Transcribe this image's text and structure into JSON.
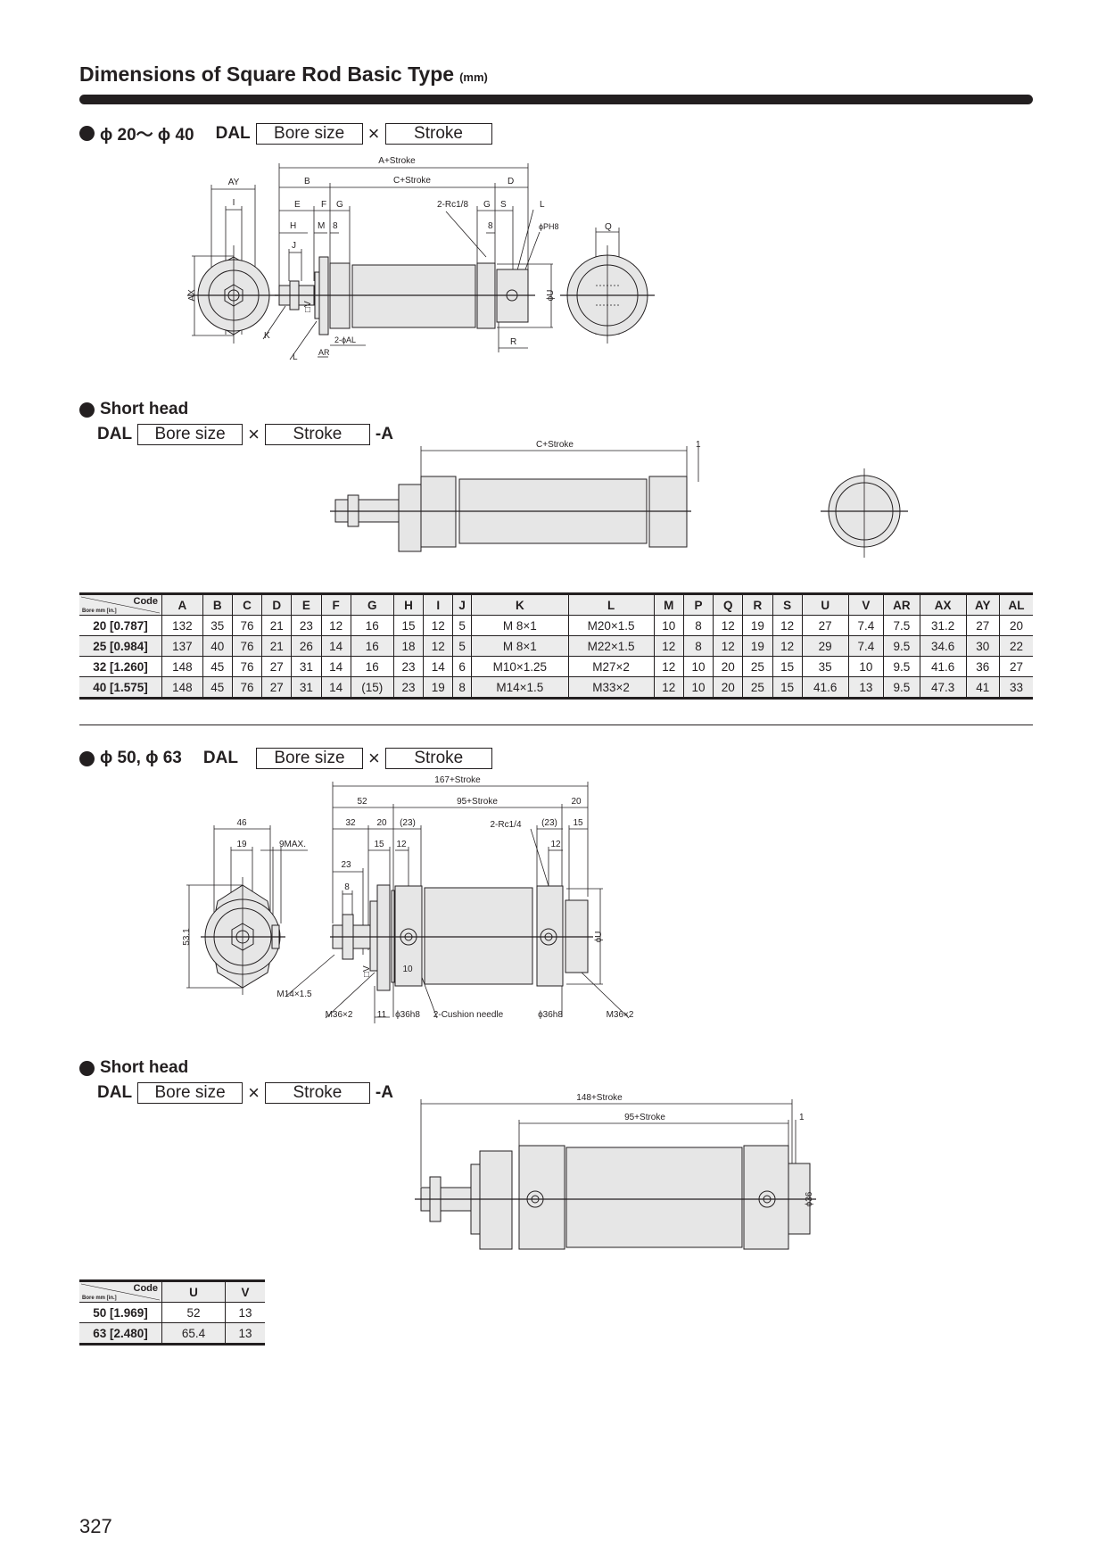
{
  "title": "Dimensions of Square Rod Basic Type",
  "title_unit": "(mm)",
  "section1": {
    "range": "ϕ 20〜 ϕ 40",
    "model": "DAL",
    "bore_box": "Bore size",
    "times": "×",
    "stroke_box": "Stroke"
  },
  "drawing1": {
    "labels": {
      "a_stroke": "A+Stroke",
      "c_stroke": "C+Stroke",
      "b": "B",
      "d": "D",
      "e": "E",
      "f": "F",
      "g1": "G",
      "g2": "G",
      "h": "H",
      "m": "M",
      "eight1": "8",
      "eight2": "8",
      "j": "J",
      "rc": "2-Rc1/8",
      "s": "S",
      "l1": "L",
      "l2": "L",
      "p": "ϕPH8",
      "ay": "AY",
      "i": "I",
      "ax": "AX",
      "u": "ϕU",
      "q": "Q",
      "k": "K",
      "al": "2-ϕAL",
      "ar": "AR",
      "r": "R",
      "v": "□V"
    }
  },
  "short1": {
    "heading": "Short head",
    "model": "DAL",
    "bore_box": "Bore size",
    "times": "×",
    "stroke_box": "Stroke",
    "suffix": "-A",
    "labels": {
      "c_stroke": "C+Stroke",
      "one": "1"
    }
  },
  "table1": {
    "corner_code": "Code",
    "corner_bore": "Bore mm [in.]",
    "headers": [
      "A",
      "B",
      "C",
      "D",
      "E",
      "F",
      "G",
      "H",
      "I",
      "J",
      "K",
      "L",
      "M",
      "P",
      "Q",
      "R",
      "S",
      "U",
      "V",
      "AR",
      "AX",
      "AY",
      "AL"
    ],
    "rows": [
      {
        "bore": "20 [0.787]",
        "cells": [
          "132",
          "35",
          "76",
          "21",
          "23",
          "12",
          "16",
          "15",
          "12",
          "5",
          "M 8×1",
          "M20×1.5",
          "10",
          "8",
          "12",
          "19",
          "12",
          "27",
          "7.4",
          "7.5",
          "31.2",
          "27",
          "20"
        ]
      },
      {
        "bore": "25 [0.984]",
        "cells": [
          "137",
          "40",
          "76",
          "21",
          "26",
          "14",
          "16",
          "18",
          "12",
          "5",
          "M 8×1",
          "M22×1.5",
          "12",
          "8",
          "12",
          "19",
          "12",
          "29",
          "7.4",
          "9.5",
          "34.6",
          "30",
          "22"
        ]
      },
      {
        "bore": "32 [1.260]",
        "cells": [
          "148",
          "45",
          "76",
          "27",
          "31",
          "14",
          "16",
          "23",
          "14",
          "6",
          "M10×1.25",
          "M27×2",
          "12",
          "10",
          "20",
          "25",
          "15",
          "35",
          "10",
          "9.5",
          "41.6",
          "36",
          "27"
        ]
      },
      {
        "bore": "40 [1.575]",
        "cells": [
          "148",
          "45",
          "76",
          "27",
          "31",
          "14",
          "(15)",
          "23",
          "19",
          "8",
          "M14×1.5",
          "M33×2",
          "12",
          "10",
          "20",
          "25",
          "15",
          "41.6",
          "13",
          "9.5",
          "47.3",
          "41",
          "33"
        ]
      }
    ]
  },
  "section2": {
    "range": "ϕ 50, ϕ 63",
    "model": "DAL",
    "bore_box": "Bore size",
    "times": "×",
    "stroke_box": "Stroke"
  },
  "drawing3": {
    "labels": {
      "total": "167+Stroke",
      "d52": "52",
      "d95": "95+Stroke",
      "d20a": "20",
      "d32": "32",
      "d20b": "20",
      "d23a": "(23)",
      "rc": "2-Rc1/4",
      "d23b": "(23)",
      "d15a": "15",
      "d15b": "15",
      "d12a": "12",
      "d12b": "12",
      "d23": "23",
      "d8": "8",
      "d46": "46",
      "d19": "19",
      "max9": "9MAX.",
      "d531": "53.1",
      "u": "ϕU",
      "d10": "10",
      "m14": "M14×1.5",
      "m36a": "M36×2",
      "d11": "11",
      "phi36a": "ϕ36h8",
      "cushion": "2-Cushion needle",
      "phi36b": "ϕ36h8",
      "m36b": "M36×2",
      "v": "□V"
    }
  },
  "short2": {
    "heading": "Short head",
    "model": "DAL",
    "bore_box": "Bore size",
    "times": "×",
    "stroke_box": "Stroke",
    "suffix": "-A",
    "labels": {
      "total": "148+Stroke",
      "d95": "95+Stroke",
      "one": "1",
      "phi36": "ϕ36"
    }
  },
  "table2": {
    "corner_code": "Code",
    "corner_bore": "Bore mm [in.]",
    "headers": [
      "U",
      "V"
    ],
    "rows": [
      {
        "bore": "50 [1.969]",
        "cells": [
          "52",
          "13"
        ]
      },
      {
        "bore": "63 [2.480]",
        "cells": [
          "65.4",
          "13"
        ]
      }
    ]
  },
  "page_number": "327"
}
